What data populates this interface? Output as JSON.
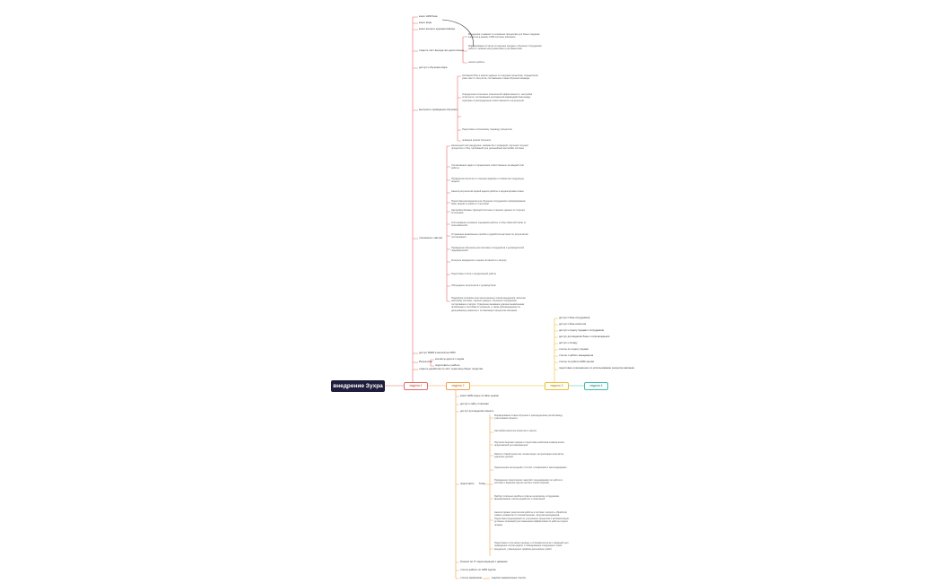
{
  "root": {
    "label": "внедрение Зухра"
  },
  "weeks": [
    {
      "label": "неделя 1",
      "color": "#e86a6a"
    },
    {
      "label": "неделя 2",
      "color": "#f0a050"
    },
    {
      "label": "неделя 3",
      "color": "#e8c030"
    },
    {
      "label": "неделя 4",
      "color": "#40c0b0"
    }
  ],
  "week1": {
    "items": [
      "книги НИЯ база",
      "книги Кира",
      "книги ассорти дорожки Кабира",
      "открыть лист выхода про дела письмо",
      "доступ к обучению Кира",
      "выстроить провидения обучения",
      "отношения с автори",
      "доступ ЯНКИ в весной на CRM",
      "Результаты",
      "открыть доработки по лист через вид оборот средства"
    ],
    "sub_outcome": [
      "контакты дороги с кодом",
      "подготовить к работе"
    ],
    "texts": [
      "Внедрение и навыки по основным процессам для базы и ведение клиентов в рамках CRM-системы компании",
      "Формирование отчётов по воронке продаж и обучение сотрудников работе с новыми инструментами и регламентами",
      "начало работы",
      "Активный сбор и анализ данных по текущим процессам, определение узких мест и зон роста, составление плана обучения команды",
      "Определение ключевых показателей эффективности, настройка отчётности, согласование регламентов взаимодействия между отделами и распределение ответственности за результат",
      "Подготовка к поэтапному переводу процессов",
      "проверка сроков обучения",
      "Начальный этап внедрения: знакомство с командой, изучение текущих процессов и сбор требований для дальнейшей настройки системы",
      "Согласование задач и определение ответственных за каждый этап работы",
      "Проведение встречи по текущим задачам и планам на следующую неделю",
      "Анализ результатов первой недели работы и корректировка плана",
      "Подготовка материалов для обучения сотрудников и формирование базы знаний по работе с системой",
      "Настройка базовых функций системы и перенос данных из текущих источников",
      "Тестирование основных сценариев работы и сбор обратной связи от пользователей",
      "Устранение выявленных ошибок и доработка настроек по результатам тестирования",
      "Проведение обучения для ключевых сотрудников и руководителей подразделений",
      "Контроль внедрения и оценка готовности к запуску",
      "Подготовка отчёта о проделанной работе",
      "Обсуждение результатов с руководством",
      "Подробное описание всех выполненных этапов внедрения, включая настройку системы, перенос данных, обучение сотрудников, тестирование и запуск. Отдельное внимание уделено выявленным проблемам и способам их решения, а также рекомендациям по дальнейшему развитию и оптимизации процессов компании"
    ]
  },
  "week2": {
    "items": [
      "книги НИЯ сырье по базе ценник",
      "доступ к сайту платёжки",
      "доступ для ведения клиента",
      "подготовить",
      "Тренинг во IT лидогенерации с данными",
      "отчеты работы по НИЯ сделки",
      "отчеты заказчиков"
    ],
    "sub": [
      "Тема"
    ],
    "end": [
      "закупки ежемесячных счетов"
    ],
    "texts": [
      "Формирование плана обучения и распределение ролей между участниками проекта",
      "Настройка карточек клиентов и сделок",
      "Изучение воронки продаж и подготовка шаблонов коммерческих предложений для менеджеров",
      "Работа с базой клиентов: сегментация, актуализация контактов, удаление дублей",
      "Подключение интеграций с почтой, телефонией и мессенджерами",
      "Проведение практических занятий с менеджерами по работе в системе и ведению сделок на всех этапах воронки",
      "Разбор типичных ошибок и ответы на вопросы сотрудников, формирование списка доработок и пожеланий",
      "Анализ первых результатов работы в системе: скорость обработки заявок, конверсия по этапам воронки, загрузка менеджеров. Подготовка предложений по улучшению процессов и автоматизации рутинных операций для повышения эффективности работы отдела продаж",
      "Подготовка к отчетному периоду и итоговая встреча с командой для подведения итогов недели и планирования следующего этапа внедрения, утверждение графика дальнейших работ"
    ]
  },
  "week3": {
    "items": [
      "доступ к базе сотрудников",
      "доступ к базе клиентов",
      "доступ к отделу продаж и сотрудников",
      "доступ для ведения базы и сопровождения",
      "доступ к складу",
      "отчеты по отделу продаж",
      "отчеты о работе менеджеров",
      "отчеты по работе НИЯ сделки",
      "подготовка и расширение по использованию ресурсов компании"
    ]
  }
}
